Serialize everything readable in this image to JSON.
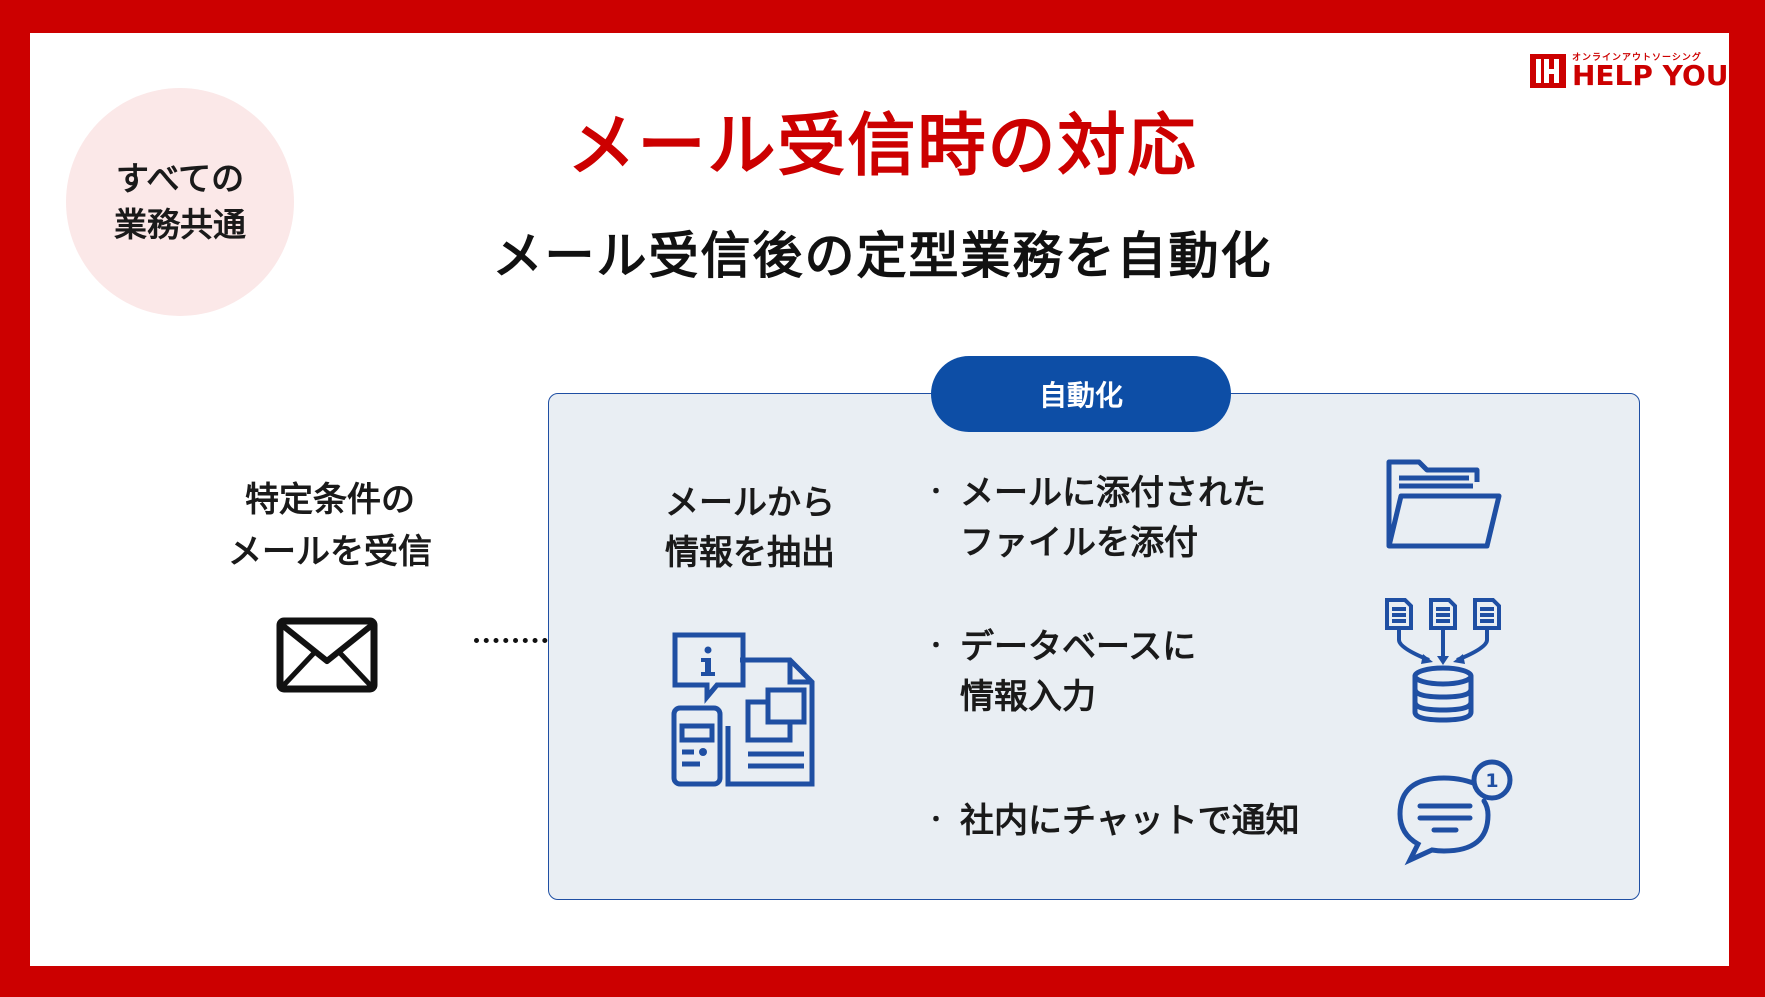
{
  "brand": {
    "kana": "オンラインアウトソーシング",
    "name": "HELP YOU",
    "color": "#cc0000"
  },
  "badge": {
    "line1": "すべての",
    "line2": "業務共通"
  },
  "title": "メール受信時の対応",
  "subtitle": "メール受信後の定型業務を自動化",
  "trigger": {
    "line1": "特定条件の",
    "line2": "メールを受信",
    "icon": "envelope-icon"
  },
  "automation": {
    "label": "自動化",
    "extract": {
      "line1": "メールから",
      "line2": "情報を抽出",
      "icon": "document-info-icon"
    },
    "tasks": [
      {
        "bullet": "・",
        "line1": "メールに添付された",
        "line2": "ファイルを添付",
        "icon": "folder-icon"
      },
      {
        "bullet": "・",
        "line1": "データベースに",
        "line2": "情報入力",
        "icon": "database-icon"
      },
      {
        "bullet": "・",
        "line1": "社内にチャットで通知",
        "line2": "",
        "icon": "chat-notification-icon"
      }
    ],
    "notification_count": "1"
  },
  "colors": {
    "accent_red": "#cc0000",
    "automation_blue": "#0d4ea6",
    "box_fill": "#e9eef3",
    "badge_fill": "#fbe8e8"
  }
}
